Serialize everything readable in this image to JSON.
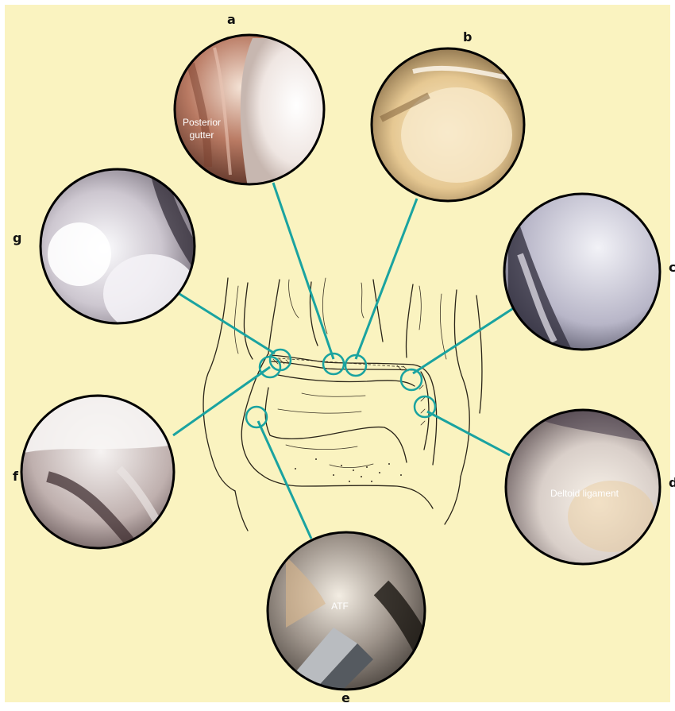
{
  "figure": {
    "background_color": "#faf3c0",
    "leader_color": "#1aa3a0"
  },
  "views": [
    {
      "id": "a",
      "letter": "a",
      "caption_lines": [
        "Posterior",
        "gutter"
      ]
    },
    {
      "id": "b",
      "letter": "b",
      "caption_lines": []
    },
    {
      "id": "c",
      "letter": "c",
      "caption_lines": []
    },
    {
      "id": "d",
      "letter": "d",
      "caption_lines": [
        "Deltoid ligament"
      ]
    },
    {
      "id": "e",
      "letter": "e",
      "caption_lines": [
        "ATF"
      ]
    },
    {
      "id": "f",
      "letter": "f",
      "caption_lines": []
    },
    {
      "id": "g",
      "letter": "g",
      "caption_lines": []
    }
  ]
}
